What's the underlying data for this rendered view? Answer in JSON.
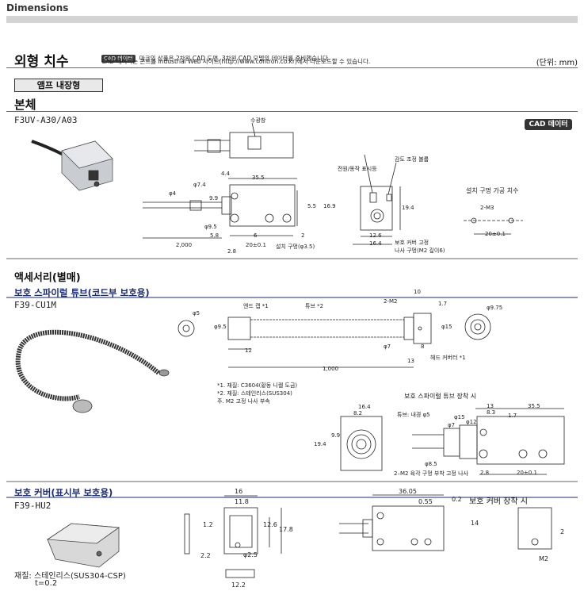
{
  "header": {
    "section": "Dimensions"
  },
  "title": "외형 치수",
  "cad_notice": {
    "badge": "CAD 데이터",
    "line1": "마크의 상품은 2차원 CAD 도면, 3차원 CAD 모델의 데이터를 준비했습니다.",
    "line2": "CAD 데이터는 콘트롤 Industrial Web 사이트(http://www.contron.co.kr)에서 다운로드할 수 있습니다."
  },
  "unit": "(단위: mm)",
  "tab": "앰프 내장형",
  "body_section": {
    "heading": "본체",
    "model": "F3UV-A30/A03",
    "cad_button": "CAD 데이터",
    "labels": {
      "receiver": "수광창",
      "power_indicator": "전원/동작 표시등",
      "sensitivity": "감도 조정 볼륨",
      "mount_hole_title": "설치 구멍 가공 치수",
      "mount_hole": "설치 구멍(φ3.5)",
      "cover_screw": "보호 커버 고정",
      "cover_screw2": "나사 구멍(M2 깊이6)"
    },
    "dims": {
      "d44": "4.4",
      "d355": "35.5",
      "d74": "φ7.4",
      "d4": "φ4",
      "d99": "9.9",
      "d95": "φ9.5",
      "d58": "5.8",
      "d28": "2.8",
      "d6": "6",
      "d20": "20±0.1",
      "d2": "2",
      "d2000": "2,000",
      "d55": "5.5",
      "d169": "16.9",
      "d194": "19.4",
      "d126": "12.6",
      "d164": "16.4",
      "m3": "2-M3",
      "d20b": "20±0.1"
    }
  },
  "accessory_section": {
    "heading": "액세서리(별매)",
    "spiral": {
      "heading": "보호 스파이럴 튜브(코드부 보호용)",
      "model": "F39-CU1M",
      "labels": {
        "end_cap": "엔드 캡 *1",
        "tube": "튜브 *2",
        "m2": "2-M2",
        "head_cover": "헤드 커버터 *1",
        "d5": "φ5",
        "d95": "φ9.5",
        "d12": "12",
        "d7": "φ7",
        "d13": "13",
        "d1000": "1,000",
        "d10": "10",
        "d17": "1.7",
        "d15": "φ15",
        "d975": "φ9.75",
        "d8": "8"
      },
      "notes": [
        "*1. 재질: C3604(황동 니켈 도금)",
        "*2. 재질: 스테인리스(SUS304)",
        "주. M2 고정 나사 부속"
      ],
      "mount_title": "보호 스파이럴 튜브 장착 시",
      "mount_labels": {
        "tube": "튜브: 내경 φ5",
        "d164": "16.4",
        "d82": "8.2",
        "d99": "9.9",
        "d194": "19.4",
        "d13": "13",
        "d355": "35.5",
        "d83": "8.3",
        "d17": "1.7",
        "d15": "φ15",
        "d7": "φ7",
        "d12": "φ12",
        "d85": "φ8.5",
        "m2": "2–M2 육각 구멍 부착 고정 나사",
        "d28": "2.8",
        "d20": "20±0.1"
      }
    },
    "cover": {
      "heading": "보호 커버(표시부 보호용)",
      "model": "F39-HU2",
      "material": "재질: 스테인리스(SUS304-CSP)",
      "thickness": "t=0.2",
      "mount_title": "보호 커버 장착 시",
      "dims": {
        "d16": "16",
        "d118": "11.8",
        "d12": "1.2",
        "d126": "12.6",
        "d178": "17.8",
        "d22": "2.2",
        "d25": "φ2.5",
        "d122": "12.2",
        "d3605": "36.05",
        "d055": "0.55",
        "d02": "0.2",
        "d14": "14",
        "d2": "2",
        "m2": "M2"
      }
    }
  }
}
